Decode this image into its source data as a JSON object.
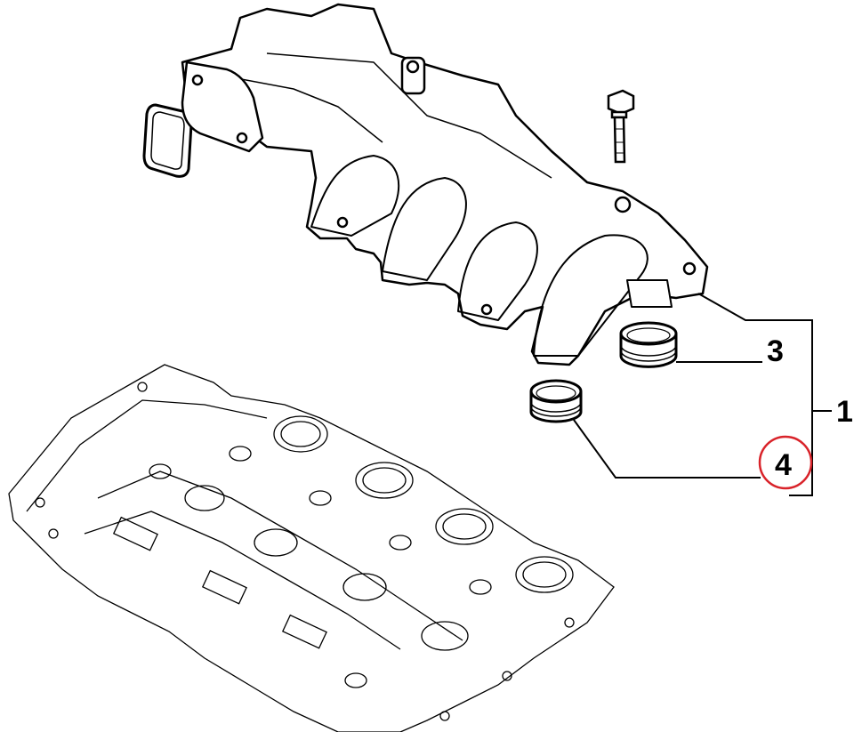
{
  "diagram": {
    "callouts": [
      {
        "id": "1",
        "label": "1",
        "part": "intake-manifold-assembly"
      },
      {
        "id": "3",
        "label": "3",
        "part": "seal-ring"
      },
      {
        "id": "4",
        "label": "4",
        "part": "seal-ring",
        "highlighted": true
      }
    ],
    "highlight_color": "#d9232a",
    "line_color": "#000000"
  }
}
